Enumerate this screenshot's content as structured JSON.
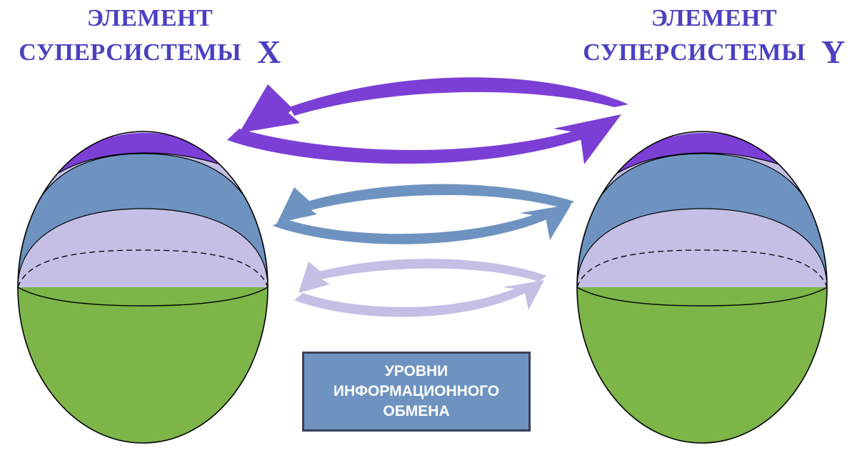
{
  "diagram": {
    "element_x": {
      "line1": "ЭЛЕМЕНТ",
      "line2": "СУПЕРСИСТЕМЫ",
      "letter": "X"
    },
    "element_y": {
      "line1": "ЭЛЕМЕНТ",
      "line2": "СУПЕРСИСТЕМЫ",
      "letter": "Y"
    },
    "legend": {
      "line1": "УРОВНИ",
      "line2": "ИНФОРМАЦИОННОГО",
      "line3": "ОБМЕНА"
    },
    "colors": {
      "title_text": "#4a40c0",
      "level_top": "#7b3fd6",
      "level_middle": "#6e93c1",
      "level_low": "#c5bfe6",
      "base": "#7db548",
      "legend_fill": "#6e93c1",
      "legend_border": "#3b3f56"
    },
    "icons": [
      "double-arrow-icon",
      "double-arrow-icon",
      "double-arrow-icon"
    ]
  }
}
